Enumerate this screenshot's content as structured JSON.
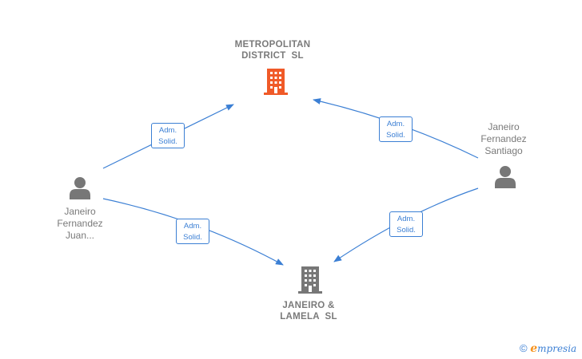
{
  "nodes": {
    "metropolitan": {
      "line1": "METROPOLITAN",
      "line2": "DISTRICT  SL",
      "color": "#f05a28"
    },
    "janeiro_lamela": {
      "line1": "JANEIRO &",
      "line2": "LAMELA  SL",
      "color": "#777777"
    },
    "juan": {
      "line1": "Janeiro",
      "line2": "Fernandez",
      "line3": "Juan..."
    },
    "santiago": {
      "line1": "Janeiro",
      "line2": "Fernandez",
      "line3": "Santiago"
    }
  },
  "edges": [
    {
      "line1": "Adm.",
      "line2": "Solid."
    },
    {
      "line1": "Adm.",
      "line2": "Solid."
    },
    {
      "line1": "Adm.",
      "line2": "Solid."
    },
    {
      "line1": "Adm.",
      "line2": "Solid."
    }
  ],
  "colors": {
    "edge": "#3b7fd4",
    "person": "#777777",
    "text": "#7a7a7a"
  },
  "watermark": {
    "symbol": "©",
    "e": "e",
    "rest": "mpresia"
  }
}
